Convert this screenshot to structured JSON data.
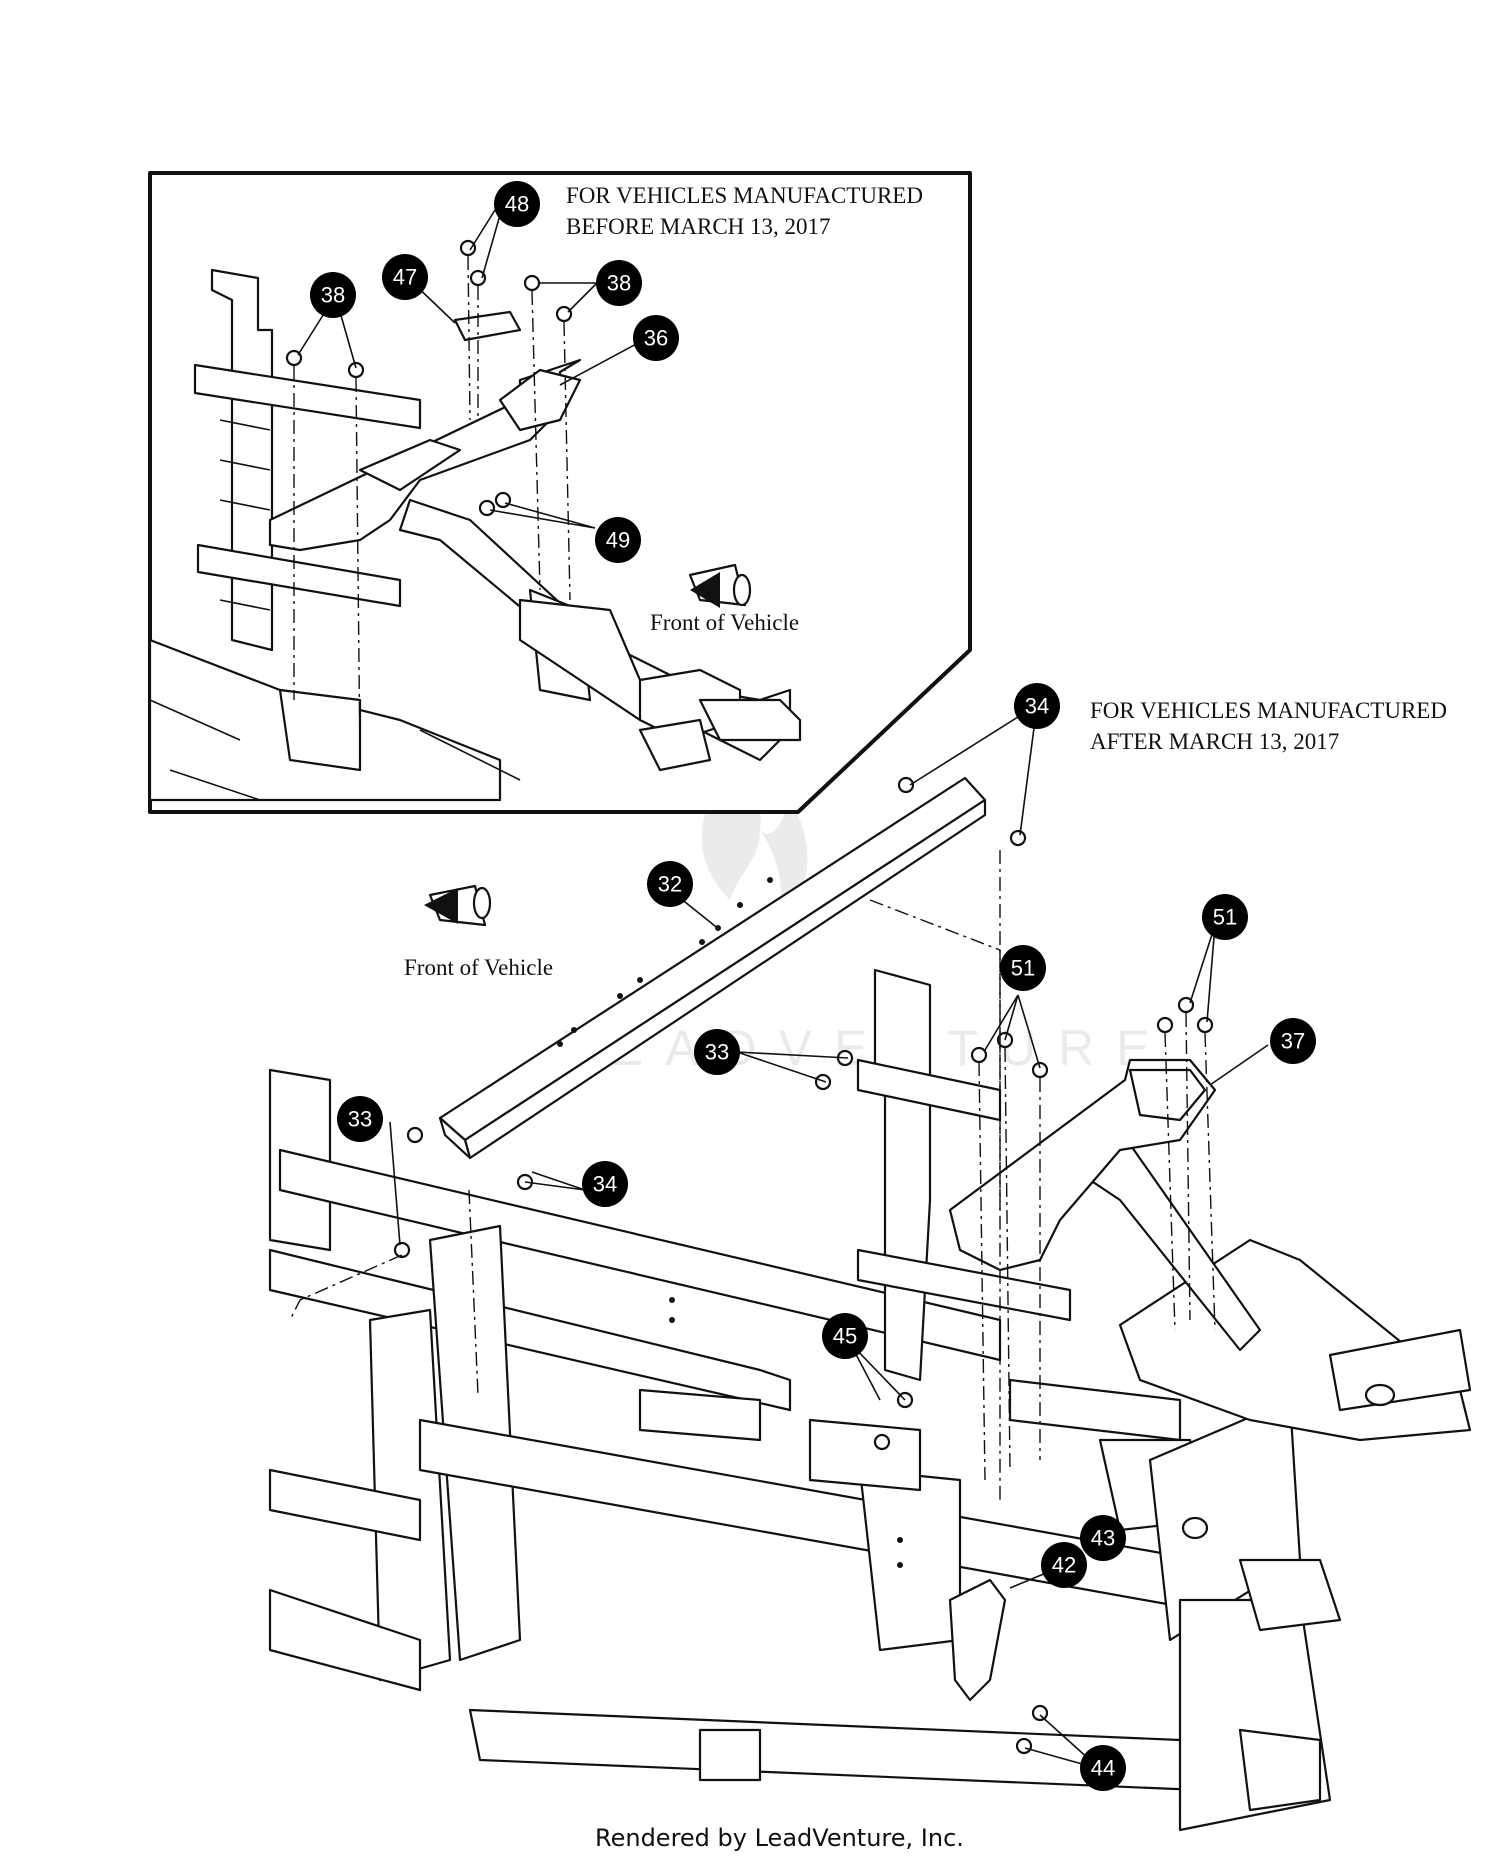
{
  "inset_title": [
    "FOR VEHICLES MANUFACTURED",
    "BEFORE MARCH 13, 2017"
  ],
  "main_title": [
    "FOR VEHICLES MANUFACTURED",
    "AFTER MARCH 13, 2017"
  ],
  "front_label": "Front of Vehicle",
  "footer": "Rendered by LeadVenture, Inc.",
  "watermark": "LEADVENTURE",
  "callouts": [
    "48",
    "47",
    "38",
    "38",
    "36",
    "49",
    "34",
    "32",
    "51",
    "51",
    "37",
    "33",
    "33",
    "34",
    "45",
    "43",
    "42",
    "44"
  ]
}
